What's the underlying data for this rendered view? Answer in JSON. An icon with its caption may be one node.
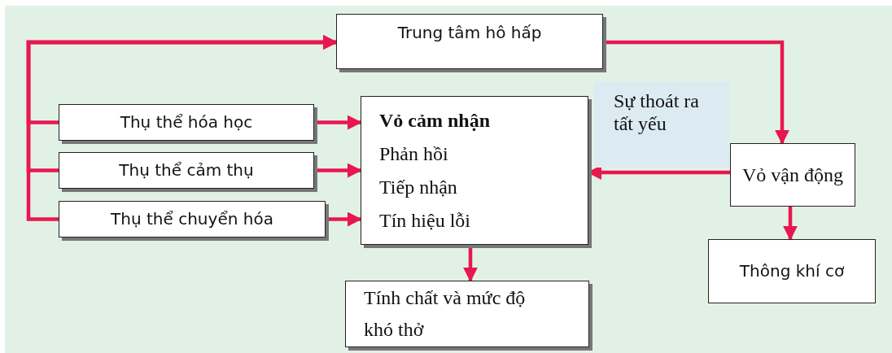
{
  "diagram": {
    "nodes": [
      {
        "text": [
          "Trung tâm hô hấp"
        ]
      },
      {
        "text": [
          "Thụ thể hóa học"
        ]
      },
      {
        "text": [
          "Thụ thể cảm thụ"
        ]
      },
      {
        "text": [
          "Thụ thể chuyển hóa"
        ]
      },
      {
        "text": [
          "Vỏ cảm nhận",
          "Phản hồi",
          "Tiếp nhận",
          "Tín hiệu lỗi"
        ]
      },
      {
        "text": [
          "Sự thoát ra tất yếu"
        ]
      },
      {
        "text": [
          "Vỏ vận động"
        ]
      },
      {
        "text": [
          "Thông khí cơ"
        ]
      },
      {
        "text": [
          "Tính chất và mức độ khó thở"
        ]
      }
    ],
    "edges": [
      {
        "from": 1,
        "to": 0,
        "arrow": "to"
      },
      {
        "from": 2,
        "to": 0,
        "arrow": "to"
      },
      {
        "from": 3,
        "to": 0,
        "arrow": "to"
      },
      {
        "from": 1,
        "to": 4,
        "arrow": "to"
      },
      {
        "from": 2,
        "to": 4,
        "arrow": "to"
      },
      {
        "from": 3,
        "to": 4,
        "arrow": "to"
      },
      {
        "from": 0,
        "to": 6,
        "arrow": "to"
      },
      {
        "from": 6,
        "to": 4,
        "arrow": "to"
      },
      {
        "from": 6,
        "to": 7,
        "arrow": "to"
      },
      {
        "from": 4,
        "to": 8,
        "arrow": "to"
      }
    ]
  }
}
